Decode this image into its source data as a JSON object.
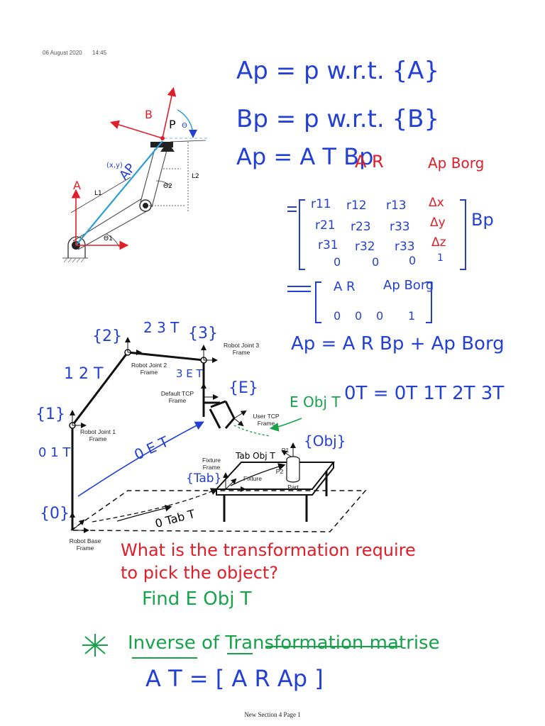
{
  "header": {
    "date": "06 August 2020",
    "time": "14:45"
  },
  "footer": {
    "page_label": "New Section 4 Page 1"
  },
  "top_diagram": {
    "label_a": "A",
    "label_b": "B",
    "label_xy": "(x,y)",
    "label_ap": "AP",
    "label_p": "P",
    "label_theta": "Θ",
    "label_theta1": "Θ1",
    "label_theta2": "Θ2",
    "label_l1": "L1",
    "label_l2": "L2"
  },
  "equations": {
    "eq1": "Ap = p w.r.t. {A}",
    "eq2": "Bp = p w.r.t. {B}",
    "eq3": "Ap = A T Bp",
    "ar": "A R",
    "ap_borg": "Ap Borg",
    "matrix_rows": [
      [
        "r11",
        "r12",
        "r13",
        "Δx"
      ],
      [
        "r21",
        "r23",
        "r33",
        "Δy"
      ],
      [
        "r31",
        "r32",
        "r33",
        "Δz"
      ],
      [
        "0",
        "0",
        "0",
        "1"
      ]
    ],
    "matrix_suffix": "Bp",
    "matrix2_top": [
      "A R",
      "Ap Borg"
    ],
    "matrix2_bottom": [
      "0",
      "0",
      "0",
      "1"
    ],
    "eq_final": "Ap = A R Bp + Ap Borg",
    "chain": "0T = 0T 1T 2T 3T",
    "obj_label": "E Obj T"
  },
  "robot_figure": {
    "joint1": "Robot Joint 1\nFrame",
    "joint2": "Robot Joint 2\nFrame",
    "joint3": "Robot Joint 3\nFrame",
    "default_tcp": "Default TCP\nFrame",
    "user_tcp": "User TCP\nFrame",
    "fixture_frame": "Fixture\nFrame",
    "fixture": "Fixture",
    "part": "Part",
    "p1": "P1",
    "p2": "P2",
    "base": "Robot Base\nFrame",
    "hw_frame2": "{2}",
    "hw_frame3": "{3}",
    "hw_frame1": "{1}",
    "hw_frame0": "{0}",
    "hw_frame_e": "{E}",
    "hw_obj": "{Obj}",
    "hw_tab": "{Tab}",
    "hw_23t": "2 3 T",
    "hw_12t": "1 2 T",
    "hw_01t": "0 1 T",
    "hw_3et": "3 E T",
    "hw_0et": "0 E T",
    "hw_0tabt": "0 Tab T",
    "hw_tabobjt": "Tab Obj T"
  },
  "notes": {
    "question": "What is the transformation require\nto pick the object?",
    "find": "Find E Obj T",
    "inverse": "Inverse of Transformation matrise",
    "last": "A T = [ A R   Ap ]"
  }
}
